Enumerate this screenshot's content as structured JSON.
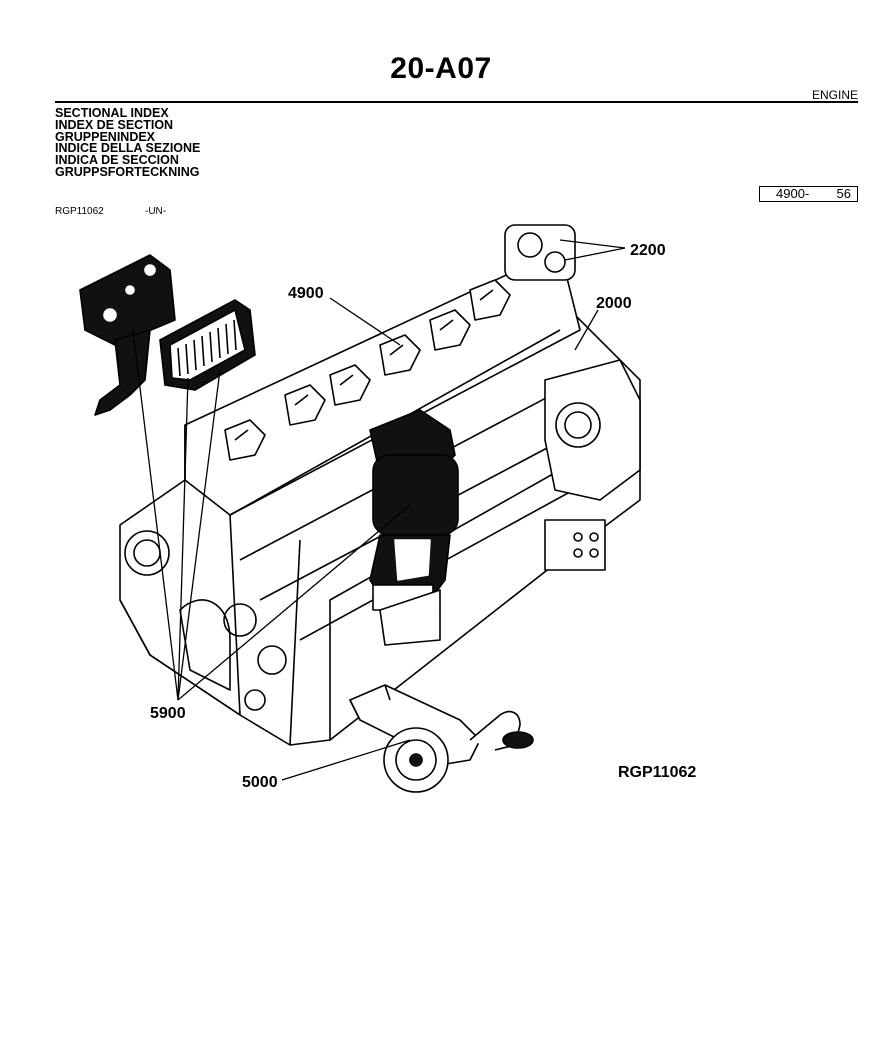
{
  "header": {
    "page_title": "20-A07",
    "section": "ENGINE"
  },
  "index_titles": [
    "SECTIONAL INDEX",
    "INDEX DE SECTION",
    "GRUPPENINDEX",
    "INDICE DELLA SEZIONE",
    "INDICA DE SECCION",
    "GRUPPSFORTECKNING"
  ],
  "page_ref": {
    "number": "4900-",
    "sequence": "56"
  },
  "drawing_ref": {
    "code": "RGP11062",
    "suffix": "-UN-"
  },
  "illustration": {
    "id_label": "RGP11062",
    "callouts": [
      "2200",
      "4900",
      "2000",
      "5900",
      "5000"
    ]
  }
}
